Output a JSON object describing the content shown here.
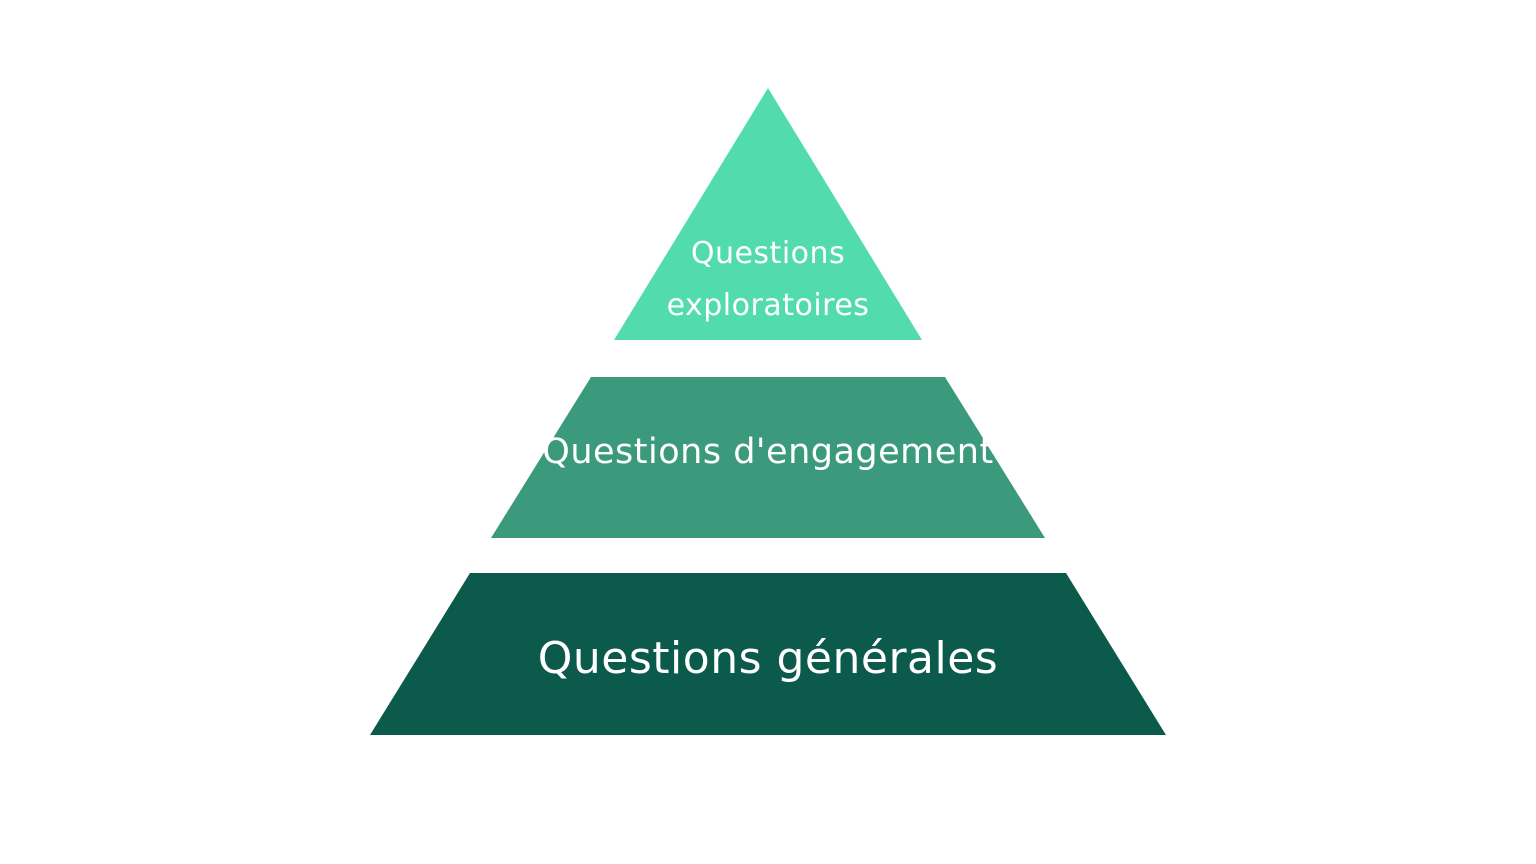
{
  "canvas": {
    "background": "#ffffff"
  },
  "pyramid": {
    "type": "pyramid-diagram",
    "text_color": "#ffffff",
    "levels": [
      {
        "name": "top",
        "label": "Questions exploratoires",
        "color": "#52DCAE"
      },
      {
        "name": "middle",
        "label": "Questions d'engagement",
        "color": "#3A9A7B"
      },
      {
        "name": "bottom",
        "label": "Questions générales",
        "color": "#0B5A4C"
      }
    ]
  }
}
